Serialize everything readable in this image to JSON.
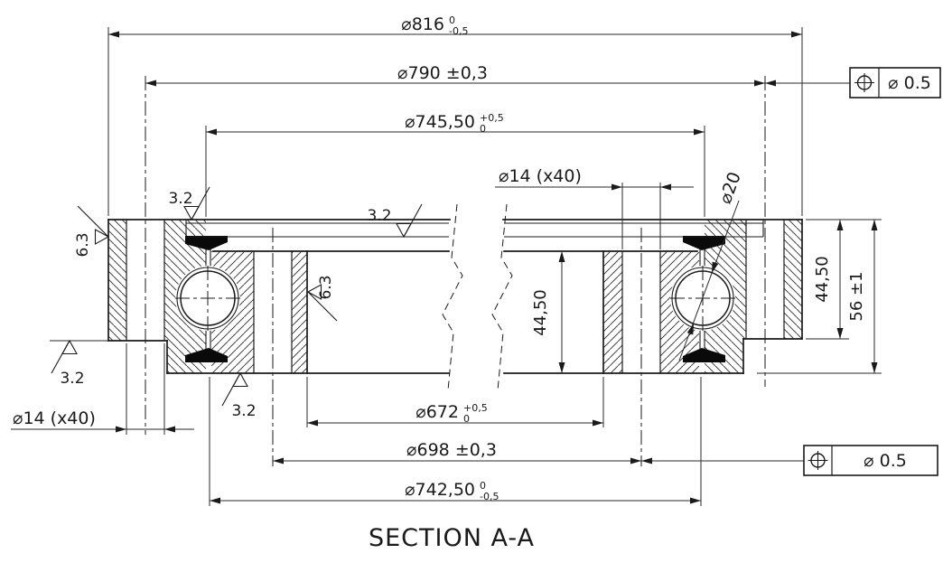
{
  "drawing": {
    "section_title": "SECTION A-A",
    "dimensions": {
      "outer_diameter": {
        "text": "⌀816",
        "tol_upper": "0",
        "tol_lower": "-0,5"
      },
      "outer_bolt_circle": {
        "text": "⌀790 ±0,3"
      },
      "outer_race_bore": {
        "text": "⌀745,50",
        "tol_upper": "+0,5",
        "tol_lower": "0"
      },
      "bolt_hole_top": {
        "text": "⌀14 (x40)"
      },
      "ball_diameter": {
        "text": "⌀20"
      },
      "inner_ring_height": {
        "text": "44,50"
      },
      "outer_flange_height": {
        "text": "44,50"
      },
      "total_height": {
        "text": "56 ±1"
      },
      "inner_bore": {
        "text": "⌀672",
        "tol_upper": "+0,5",
        "tol_lower": "0"
      },
      "inner_bolt_circle": {
        "text": "⌀698 ±0,3"
      },
      "inner_ring_od": {
        "text": "⌀742,50",
        "tol_upper": "0",
        "tol_lower": "-0,5"
      },
      "bolt_hole_bottom": {
        "text": "⌀14 (x40)"
      }
    },
    "surface_finish": {
      "od_left": "6.3",
      "top_left": "3.2",
      "top_middle": "3.2",
      "bore_middle": "6.3",
      "bottom_left": "3.2",
      "bottom_middle": "3.2"
    },
    "gdt": {
      "top": {
        "tolerance": "⌀  0.5"
      },
      "bottom": {
        "tolerance": "⌀  0.5"
      }
    }
  }
}
